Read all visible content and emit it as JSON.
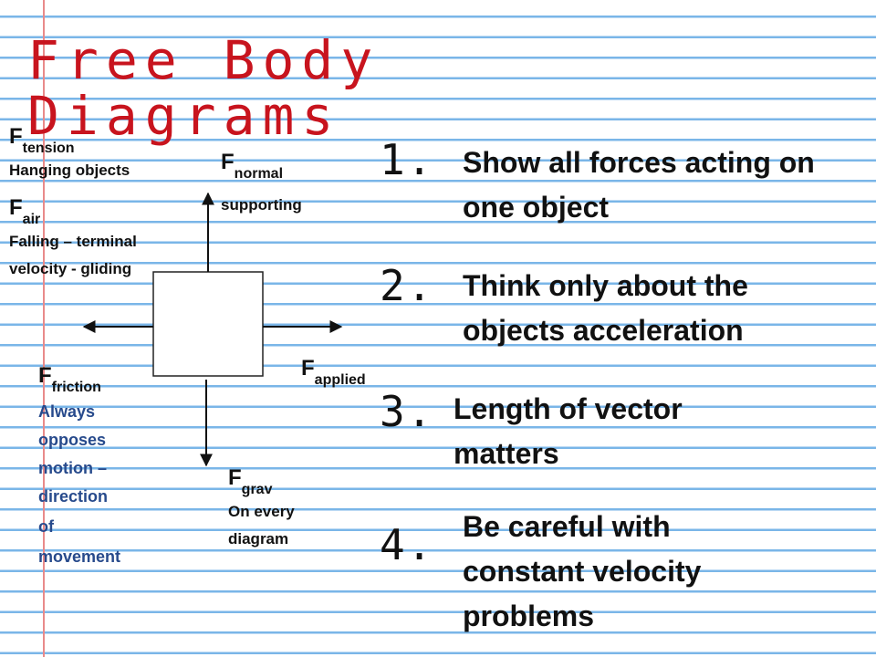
{
  "title": "Free Body\nDiagrams",
  "colors": {
    "title": "#c8141e",
    "note_blue": "#274a8c",
    "paper_line": "#7ab6e8",
    "margin_line": "#e98a8a"
  },
  "forces": {
    "tension": {
      "main": "F",
      "sub": "tension",
      "note": "Hanging objects"
    },
    "normal": {
      "main": "F",
      "sub": "normal",
      "note": "supporting"
    },
    "air": {
      "main": "F",
      "sub": "air",
      "note_line1": "Falling – terminal",
      "note_line2": "velocity - gliding"
    },
    "friction": {
      "main": "F",
      "sub": "friction",
      "note_lines": [
        "Always",
        "opposes",
        "motion –",
        "direction",
        "of",
        "movement"
      ]
    },
    "applied": {
      "main": "F",
      "sub": "applied"
    },
    "grav": {
      "main": "F",
      "sub": "grav",
      "note_line1": "On every",
      "note_line2": "diagram"
    }
  },
  "points": [
    {
      "number": "1.",
      "text": "Show all forces acting on one object"
    },
    {
      "number": "2.",
      "text": "Think only about the objects acceleration"
    },
    {
      "number": "3.",
      "text": "Length of vector matters"
    },
    {
      "number": "4.",
      "text": "Be careful with constant velocity problems"
    }
  ]
}
